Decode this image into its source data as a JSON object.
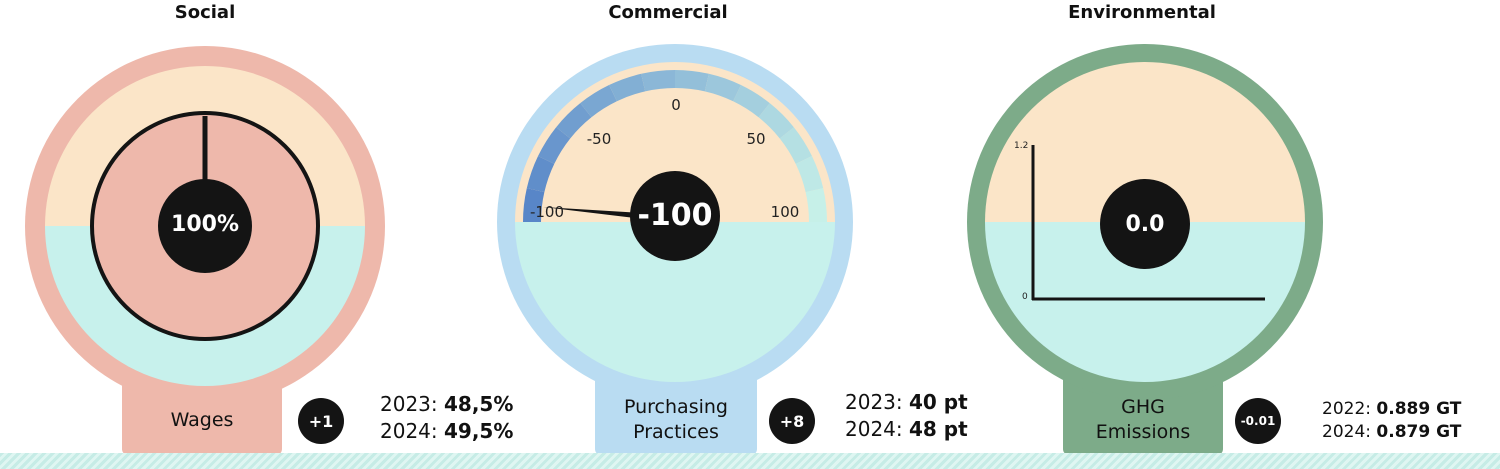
{
  "colors": {
    "social_frame": "#eeb8ab",
    "commercial_frame": "#b9dcf2",
    "environmental_frame": "#7dab89",
    "cream": "#fbe5c8",
    "mint": "#c7f1ec",
    "badge": "#141414"
  },
  "panels": [
    {
      "title": "Social",
      "center_value": "100%",
      "label_lines": [
        "Wages"
      ],
      "delta": "+1",
      "stats": [
        {
          "period": "2023:",
          "value": "48,5%"
        },
        {
          "period": "2024:",
          "value": "49,5%"
        }
      ],
      "dial_level_percent": 100
    },
    {
      "title": "Commercial",
      "center_value": "-100",
      "label_lines": [
        "Purchasing",
        "Practices"
      ],
      "delta": "+8",
      "stats": [
        {
          "period": "2023:",
          "value": "40 pt"
        },
        {
          "period": "2024:",
          "value": "48 pt"
        }
      ],
      "gauge": {
        "ticks": [
          "-100",
          "-50",
          "0",
          "50",
          "100"
        ],
        "min": -100,
        "max": 100,
        "needle_value": -100
      }
    },
    {
      "title": "Environmental",
      "center_value": "0.0",
      "label_lines": [
        "GHG",
        "Emissions"
      ],
      "delta": "-0.01",
      "stats": [
        {
          "period": "2022:",
          "value": "0.889 GT"
        },
        {
          "period": "2024:",
          "value": "0.879 GT"
        }
      ],
      "chart": {
        "y_max_label": "1.2",
        "y_min_label": "0"
      }
    }
  ]
}
